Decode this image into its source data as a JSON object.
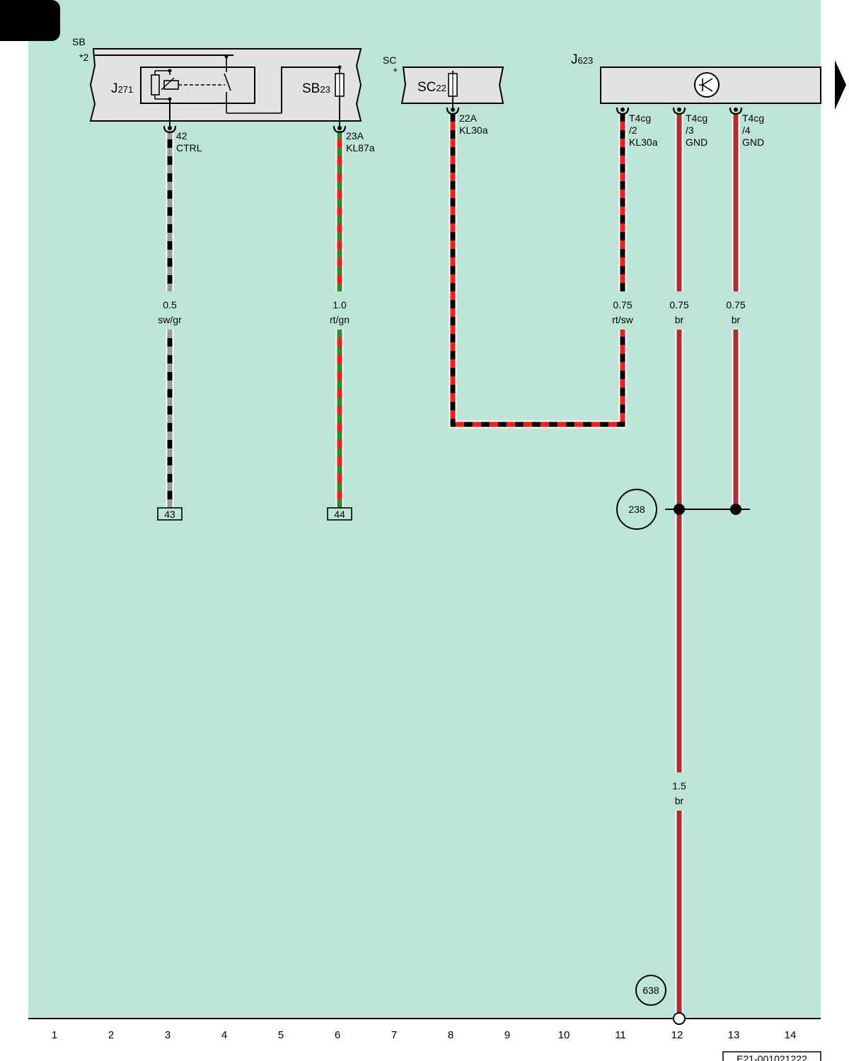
{
  "page_badge": "",
  "components": {
    "sb_group": {
      "label": "SB",
      "note": "*2"
    },
    "relay": {
      "name": "J",
      "sub": "271"
    },
    "fuse_sb23": {
      "name": "SB",
      "sub": "23"
    },
    "sc_group": {
      "label": "SC",
      "note": "*"
    },
    "fuse_sc22": {
      "name": "SC",
      "sub": "22"
    },
    "ecu": {
      "name": "J",
      "sub": "623"
    }
  },
  "pins": {
    "p42": {
      "num": "42",
      "signal": "CTRL"
    },
    "p23a": {
      "num": "23A",
      "signal": "KL87a"
    },
    "p22a": {
      "num": "22A",
      "signal": "KL30a"
    },
    "t4cg2": {
      "conn": "T4cg",
      "pin": "/2",
      "signal": "KL30a"
    },
    "t4cg3": {
      "conn": "T4cg",
      "pin": "/3",
      "signal": "GND"
    },
    "t4cg4": {
      "conn": "T4cg",
      "pin": "/4",
      "signal": "GND"
    }
  },
  "wires": {
    "w_col3": {
      "size": "0.5",
      "color": "sw/gr"
    },
    "w_col6": {
      "size": "1.0",
      "color": "rt/gn"
    },
    "w_col11": {
      "size": "0.75",
      "color": "rt/sw"
    },
    "w_col12": {
      "size": "0.75",
      "color": "br"
    },
    "w_col13": {
      "size": "0.75",
      "color": "br"
    },
    "w_col12_lower": {
      "size": "1.5",
      "color": "br"
    }
  },
  "references": {
    "ref43": "43",
    "ref44": "44",
    "ground_238": "238",
    "ground_638": "638"
  },
  "columns": [
    "1",
    "2",
    "3",
    "4",
    "5",
    "6",
    "7",
    "8",
    "9",
    "10",
    "11",
    "12",
    "13",
    "14"
  ],
  "diagram_id": "E21-001021222",
  "colors": {
    "background": "#bde5d7",
    "component_fill": "#e2e2e2",
    "black": "#000000",
    "grey": "#9a9a9a",
    "red": "#ff1a1a",
    "green": "#2e8b2e",
    "brown": "#b32b2b"
  }
}
